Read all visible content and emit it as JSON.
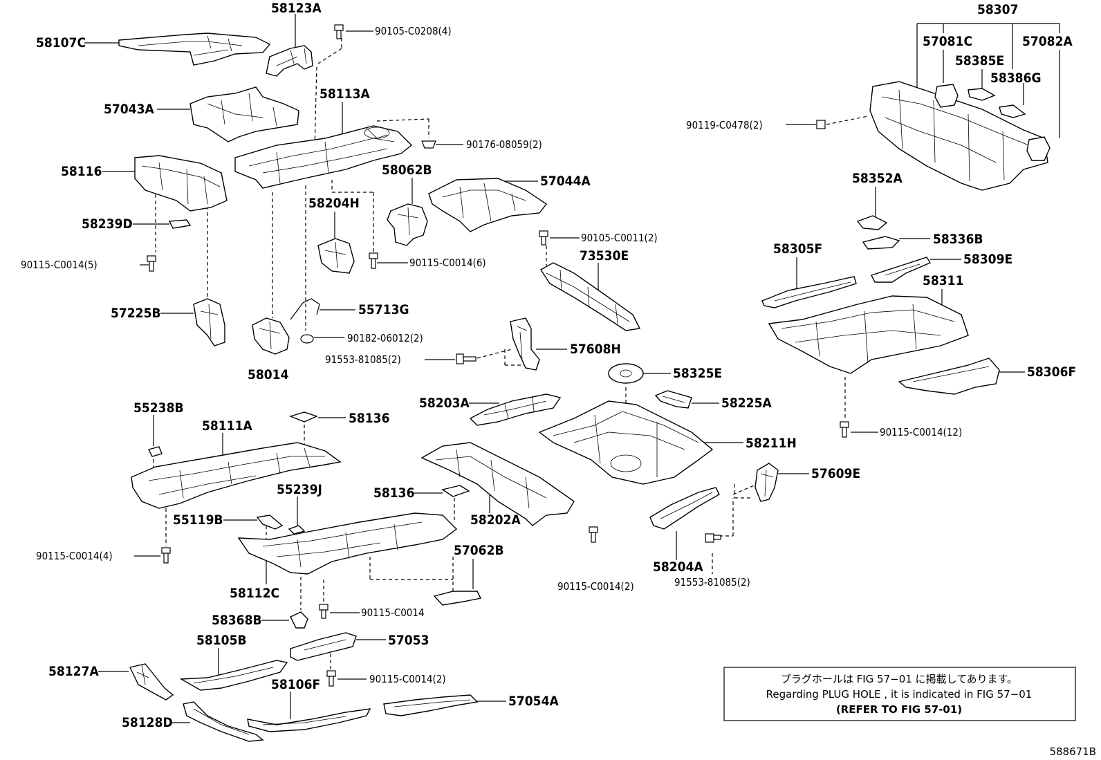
{
  "labels": {
    "p58123A": "58123A",
    "p90105_C0208": "90105-C0208(4)",
    "p58107C": "58107C",
    "p57043A": "57043A",
    "p58113A": "58113A",
    "p90176": "90176-08059(2)",
    "p58116": "58116",
    "p58062B": "58062B",
    "p57044A": "57044A",
    "p58204H": "58204H",
    "p58239D": "58239D",
    "p90105_C0011": "90105-C0011(2)",
    "p90115_5": "90115-C0014(5)",
    "p90115_6": "90115-C0014(6)",
    "p73530E": "73530E",
    "p57225B": "57225B",
    "p55713G": "55713G",
    "p90182": "90182-06012(2)",
    "p91553_a": "91553-81085(2)",
    "p57608H": "57608H",
    "p58014": "58014",
    "p58325E": "58325E",
    "p55238B": "55238B",
    "p58136_a": "58136",
    "p58203A": "58203A",
    "p58225A": "58225A",
    "p58111A": "58111A",
    "p58211H": "58211H",
    "p55239J": "55239J",
    "p58136_b": "58136",
    "p57609E": "57609E",
    "p55119B": "55119B",
    "p58202A": "58202A",
    "p90115_4": "90115-C0014(4)",
    "p57062B": "57062B",
    "p58204A": "58204A",
    "p58112C": "58112C",
    "p90115_2a": "90115-C0014(2)",
    "p91553_b": "91553-81085(2)",
    "p90115_single": "90115-C0014",
    "p58368B": "58368B",
    "p58105B": "58105B",
    "p57053": "57053",
    "p58127A": "58127A",
    "p90115_2b": "90115-C0014(2)",
    "p58106F": "58106F",
    "p57054A": "57054A",
    "p58128D": "58128D",
    "p58307": "58307",
    "p57081C": "57081C",
    "p57082A": "57082A",
    "p58385E": "58385E",
    "p58386G": "58386G",
    "p90119": "90119-C0478(2)",
    "p58352A": "58352A",
    "p58336B": "58336B",
    "p58305F": "58305F",
    "p58309E": "58309E",
    "p58311": "58311",
    "p58306F": "58306F",
    "p90115_12": "90115-C0014(12)"
  },
  "note": {
    "line1": "プラグホールは FIG 57−01 に掲載してあります。",
    "line2": "Regarding  PLUG  HOLE , it is indicated in FIG  57−01",
    "line3": "(REFER  TO  FIG  57-01)"
  },
  "figure_number": "588671B",
  "icons": [
    "bolt-icon",
    "clip-icon",
    "nut-icon"
  ]
}
